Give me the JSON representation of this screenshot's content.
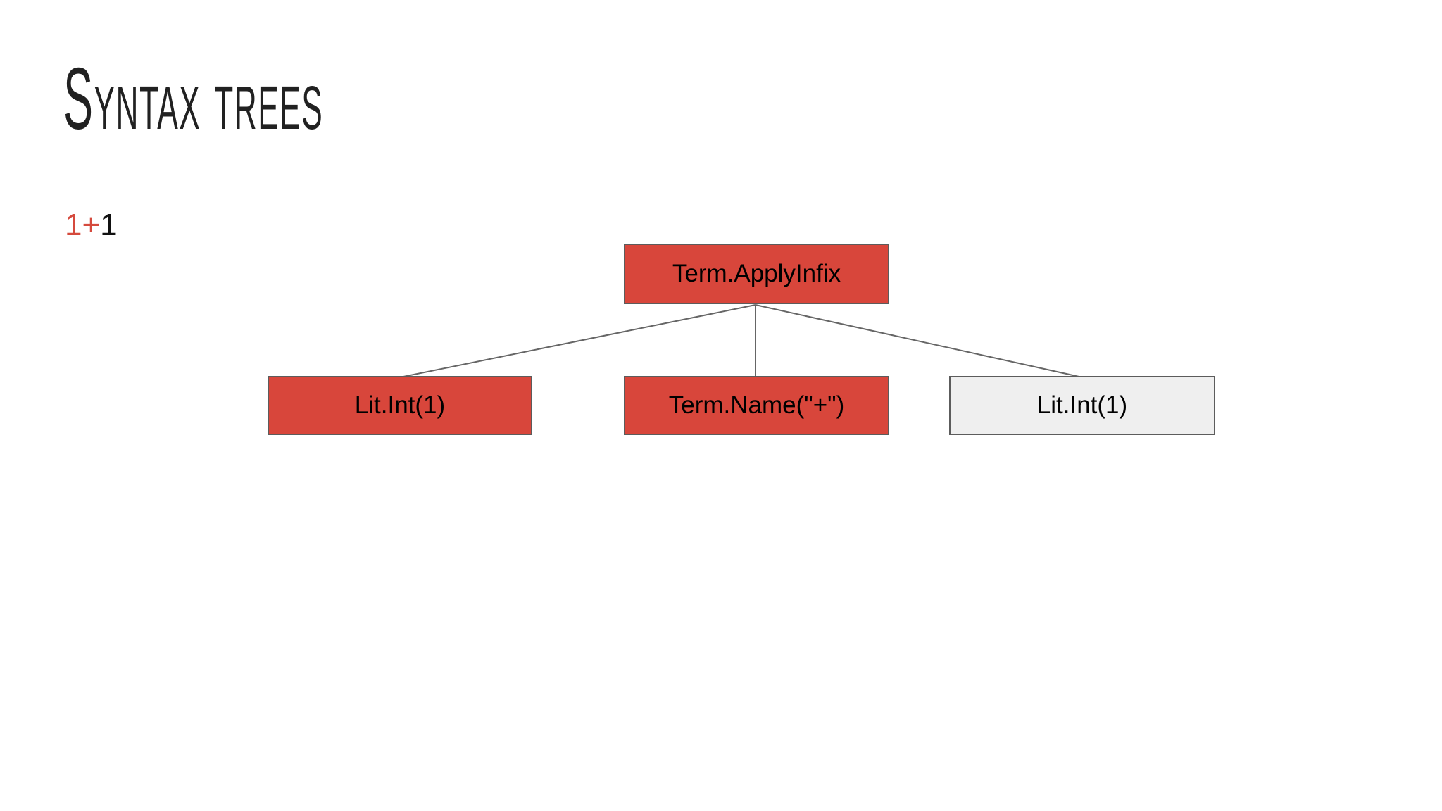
{
  "slide": {
    "title": "Syntax trees",
    "expression": {
      "highlight": "1+",
      "rest": "1"
    }
  },
  "tree": {
    "root": {
      "label": "Term.ApplyInfix",
      "variant": "red"
    },
    "children": [
      {
        "label": "Lit.Int(1)",
        "variant": "red"
      },
      {
        "label": "Term.Name(\"+\")",
        "variant": "red"
      },
      {
        "label": "Lit.Int(1)",
        "variant": "gray"
      }
    ]
  },
  "colors": {
    "node_red_fill": "#d8463b",
    "node_gray_fill": "#efefef",
    "node_border": "#5c5c5c",
    "edge_line": "#666666",
    "expression_highlight": "#d54a3d",
    "node_text": "#000000",
    "title_text": "#212121",
    "background": "#ffffff"
  }
}
